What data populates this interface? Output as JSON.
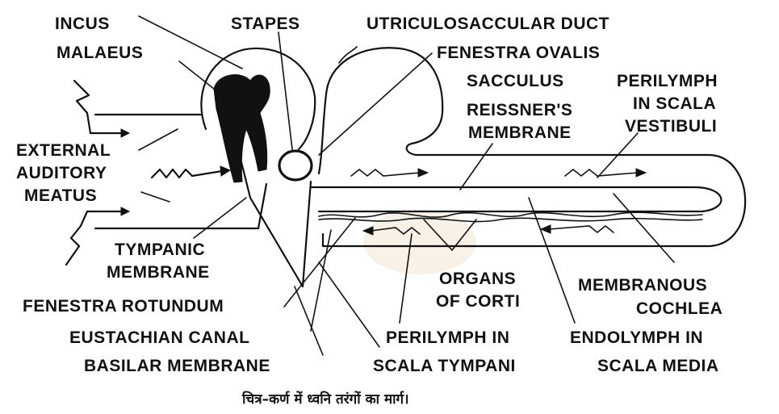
{
  "labels": {
    "incus": "INCUS",
    "malaeus": "MALAEUS",
    "stapes": "STAPES",
    "utriculosaccular_duct": "UTRICULOSACCULAR  DUCT",
    "fenestra_ovalis": "FENESTRA OVALIS",
    "sacculus": "SACCULUS",
    "perilymph_vestibuli_1": "PERILYMPH",
    "perilymph_vestibuli_2": "IN SCALA",
    "perilymph_vestibuli_3": "VESTIBULI",
    "reissners_1": "REISSNER'S",
    "reissners_2": "MEMBRANE",
    "external_1": "EXTERNAL",
    "external_2": "AUDITORY",
    "external_3": "MEATUS",
    "tympanic_1": "TYMPANIC",
    "tympanic_2": "MEMBRANE",
    "organs_1": "ORGANS",
    "organs_2": "OF CORTI",
    "membranous_1": "MEMBRANOUS",
    "membranous_2": "COCHLEA",
    "fenestra_rotundum": "FENESTRA ROTUNDUM",
    "eustachian_canal": "EUSTACHIAN CANAL",
    "basilar_membrane": "BASILAR MEMBRANE",
    "perilymph_tympani_1": "PERILYMPH IN",
    "perilymph_tympani_2": "SCALA TYMPANI",
    "endolymph_1": "ENDOLYMPH IN",
    "endolymph_2": "SCALA MEDIA"
  },
  "caption": "चित्र–कर्ण में ध्वनि तरंगों का मार्ग।"
}
